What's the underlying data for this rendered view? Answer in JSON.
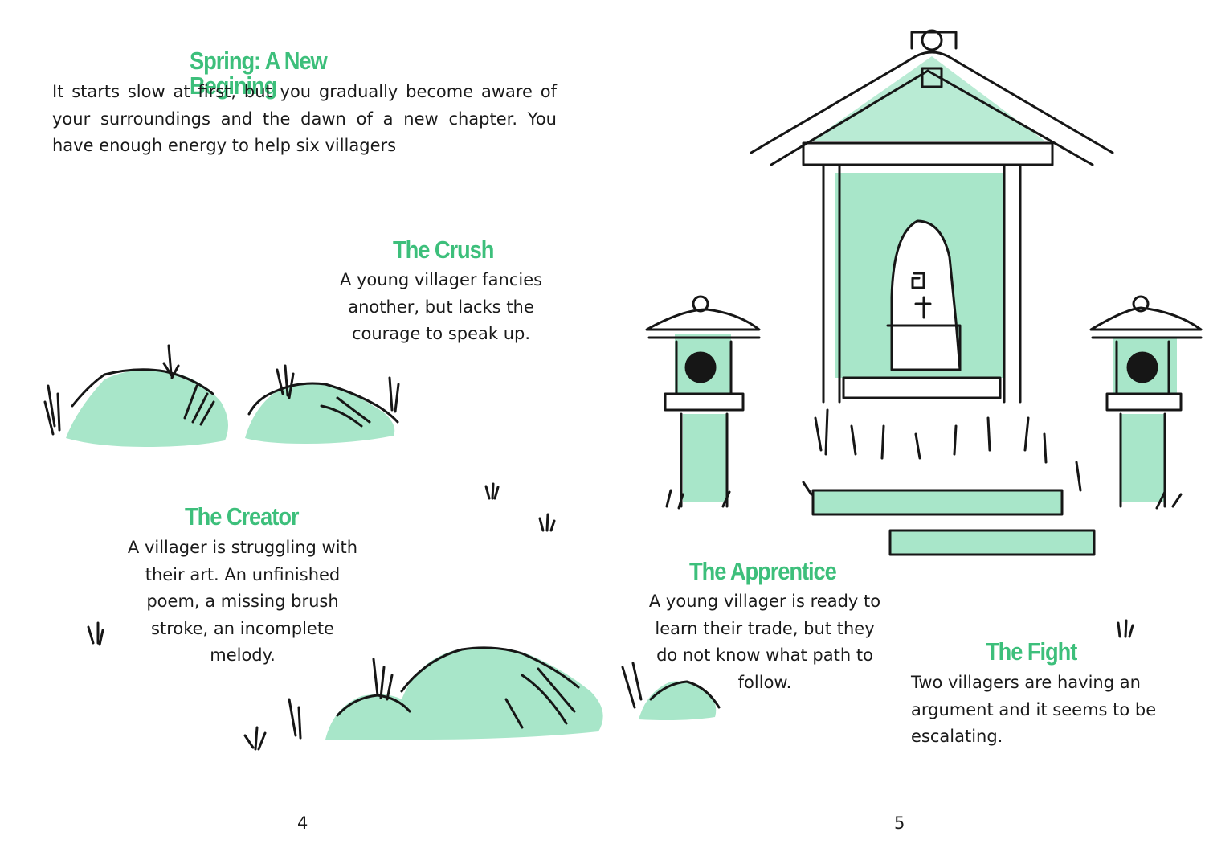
{
  "colors": {
    "accent": "#3dbf7b",
    "wash": "#a8e6c9",
    "ink": "#161616"
  },
  "left_page": {
    "intro": {
      "title": "Spring: A New Begining",
      "body": "It starts slow at first, but you gradually become aware of your surroundings and the dawn of a new chapter. You have enough energy to help six villagers"
    },
    "crush": {
      "title": "The Crush",
      "lines": [
        "A young villager fancies",
        "another, but lacks the",
        "courage to speak up."
      ]
    },
    "creator": {
      "title": "The Creator",
      "lines": [
        "A villager is struggling with",
        "their art. An unfinished",
        "poem, a missing brush",
        "stroke, an incomplete",
        "melody."
      ]
    },
    "page_number": "4"
  },
  "right_page": {
    "apprentice": {
      "title": "The Apprentice",
      "lines": [
        "A young villager is ready to",
        "learn their trade, but they",
        "do not know what path to",
        "follow."
      ]
    },
    "fight": {
      "title": "The Fight",
      "lines": [
        "Two villagers are having an",
        "argument and it seems to be",
        "escalating."
      ]
    },
    "page_number": "5"
  },
  "illustrations": [
    "mossy-rocks",
    "stone-shrine",
    "stone-lantern-left",
    "stone-lantern-right",
    "grass-tufts"
  ]
}
